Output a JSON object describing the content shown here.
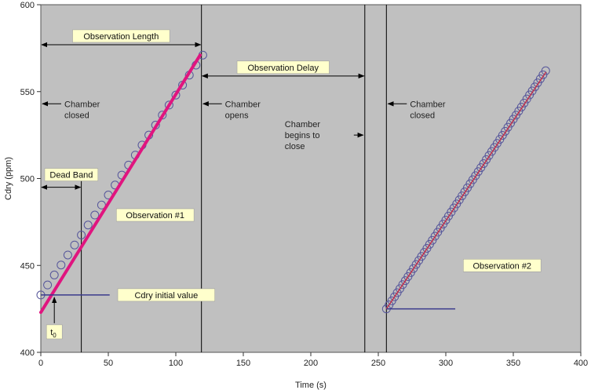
{
  "chart_data": {
    "type": "scatter",
    "xlabel": "Time (s)",
    "ylabel": "Cdry (ppm)",
    "xlim": [
      0,
      400
    ],
    "ylim": [
      400,
      600
    ],
    "xticks": [
      0,
      50,
      100,
      150,
      200,
      250,
      300,
      350,
      400
    ],
    "yticks": [
      400,
      450,
      500,
      550,
      600
    ],
    "colors": {
      "plot_background": "#c0c0c0",
      "marker_edge": "#55559a",
      "fit_line_1": "#e0157f",
      "fit_line_2": "#c0304a",
      "baseline": "#3a3a8c",
      "label_box": "#ffffcc",
      "event_line": "#000000"
    },
    "observation_1": {
      "t_start": 0,
      "t_end": 118,
      "c_start": 433,
      "c_end": 571,
      "marker_step": 5,
      "fit_start": [
        0,
        423
      ],
      "fit_end": [
        118,
        571
      ],
      "initial_value": 433,
      "initial_value_line": [
        0,
        51
      ]
    },
    "observation_2": {
      "t_start": 256,
      "t_end": 374,
      "c_start": 425,
      "c_end": 562,
      "marker_step": 2,
      "fit_start": [
        256,
        425
      ],
      "fit_end": [
        374,
        561
      ],
      "initial_value": 425,
      "initial_value_line": [
        256,
        307
      ]
    },
    "event_lines": [
      {
        "x": 30,
        "ymax": 500
      },
      {
        "x": 119,
        "ymax": 600
      },
      {
        "x": 240,
        "ymax": 600
      },
      {
        "x": 256,
        "ymax": 600
      }
    ],
    "annotations": {
      "obs_length": {
        "label": "Observation Length",
        "x1": 0,
        "x2": 119,
        "y": 577
      },
      "obs_delay": {
        "label": "Observation Delay",
        "x1": 119,
        "x2": 240,
        "y": 559
      },
      "dead_band": {
        "label": "Dead Band",
        "x1": 0,
        "x2": 30,
        "y": 495
      },
      "chamber_closed_1": {
        "lines": [
          "Chamber",
          "closed"
        ],
        "x": 0,
        "y": 543
      },
      "chamber_opens": {
        "lines": [
          "Chamber",
          "opens"
        ],
        "x": 119,
        "y": 543
      },
      "chamber_begins": {
        "lines": [
          "Chamber",
          "begins to",
          "close"
        ],
        "x": 240,
        "y": 525
      },
      "chamber_closed_2": {
        "lines": [
          "Chamber",
          "closed"
        ],
        "x": 256,
        "y": 543
      },
      "obs1_label": {
        "label": "Observation #1",
        "x": 56,
        "y": 479
      },
      "obs2_label": {
        "label": "Observation #2",
        "x": 313,
        "y": 450
      },
      "cdry_initial": {
        "label": "Cdry initial value",
        "x": 57,
        "y": 433
      },
      "t0": {
        "label": "t",
        "sub": "0",
        "x": 10
      }
    }
  }
}
